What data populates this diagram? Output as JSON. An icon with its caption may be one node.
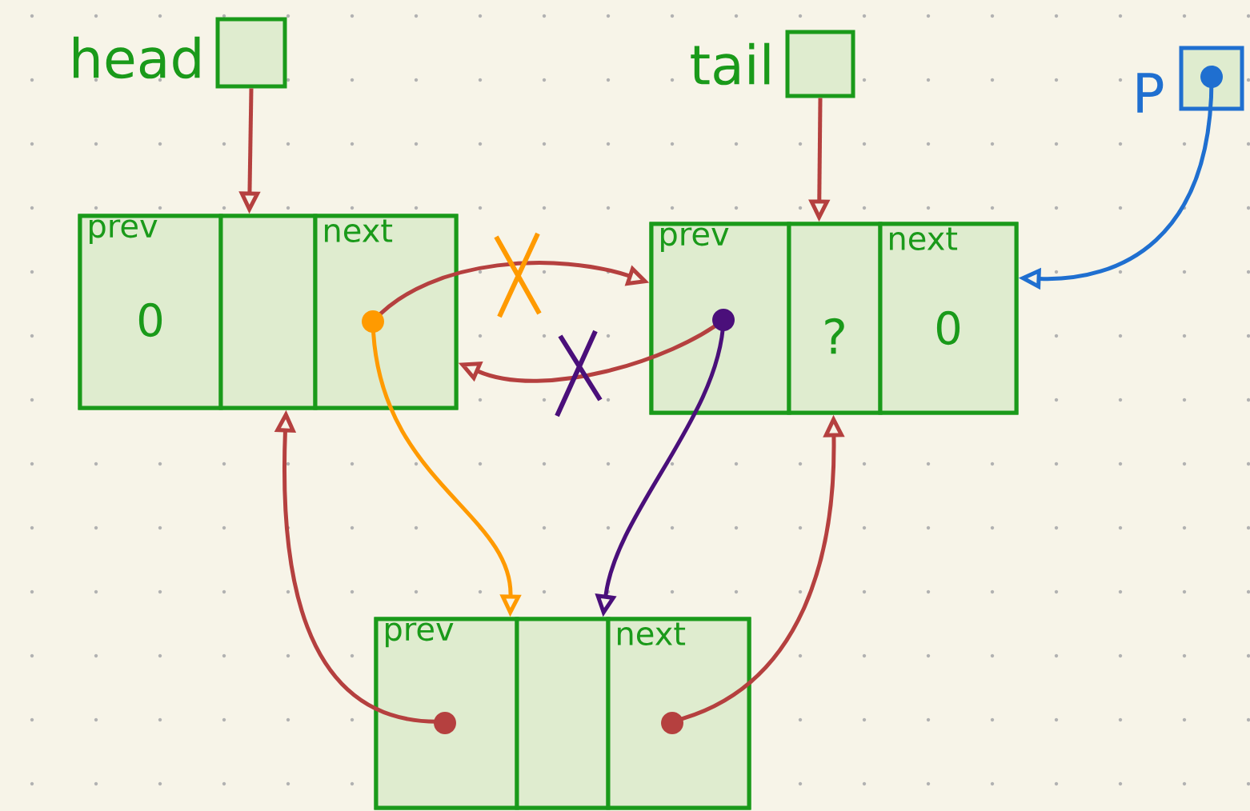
{
  "diagram": {
    "nodes": [
      {
        "text": [
          "head"
        ]
      },
      {
        "text": [
          "tail"
        ]
      },
      {
        "text": [
          "P"
        ]
      },
      {
        "text": [],
        "shape": "box"
      },
      {
        "text": [
          "prev",
          "0"
        ],
        "in": 3
      },
      {
        "text": [],
        "shape": "box",
        "in": 3
      },
      {
        "text": [
          "next"
        ],
        "in": 3
      },
      {
        "text": [],
        "shape": "box"
      },
      {
        "text": [
          "prev"
        ],
        "in": 7
      },
      {
        "text": [
          "?"
        ],
        "in": 7
      },
      {
        "text": [
          "next",
          "0"
        ],
        "in": 7
      },
      {
        "text": [],
        "shape": "box"
      },
      {
        "text": [
          "prev"
        ],
        "in": 11
      },
      {
        "text": [],
        "shape": "box",
        "in": 11
      },
      {
        "text": [
          "next"
        ],
        "in": 11
      }
    ],
    "edges": [
      {
        "from": 0,
        "to": 3,
        "arrow": "to"
      },
      {
        "from": 1,
        "to": 7,
        "arrow": "to"
      },
      {
        "from": 2,
        "to": 7,
        "arrow": "to",
        "color": "#1f6fd0"
      },
      {
        "from": 6,
        "to": 7,
        "arrow": "to"
      },
      {
        "from": 8,
        "to": 3,
        "arrow": "to"
      },
      {
        "from": 6,
        "to": 11,
        "arrow": "to",
        "color": "#ff9a00"
      },
      {
        "from": 8,
        "to": 11,
        "arrow": "to",
        "color": "#4a0f7a"
      },
      {
        "from": 12,
        "to": 3,
        "arrow": "to"
      },
      {
        "from": 14,
        "to": 7,
        "arrow": "to"
      }
    ]
  }
}
